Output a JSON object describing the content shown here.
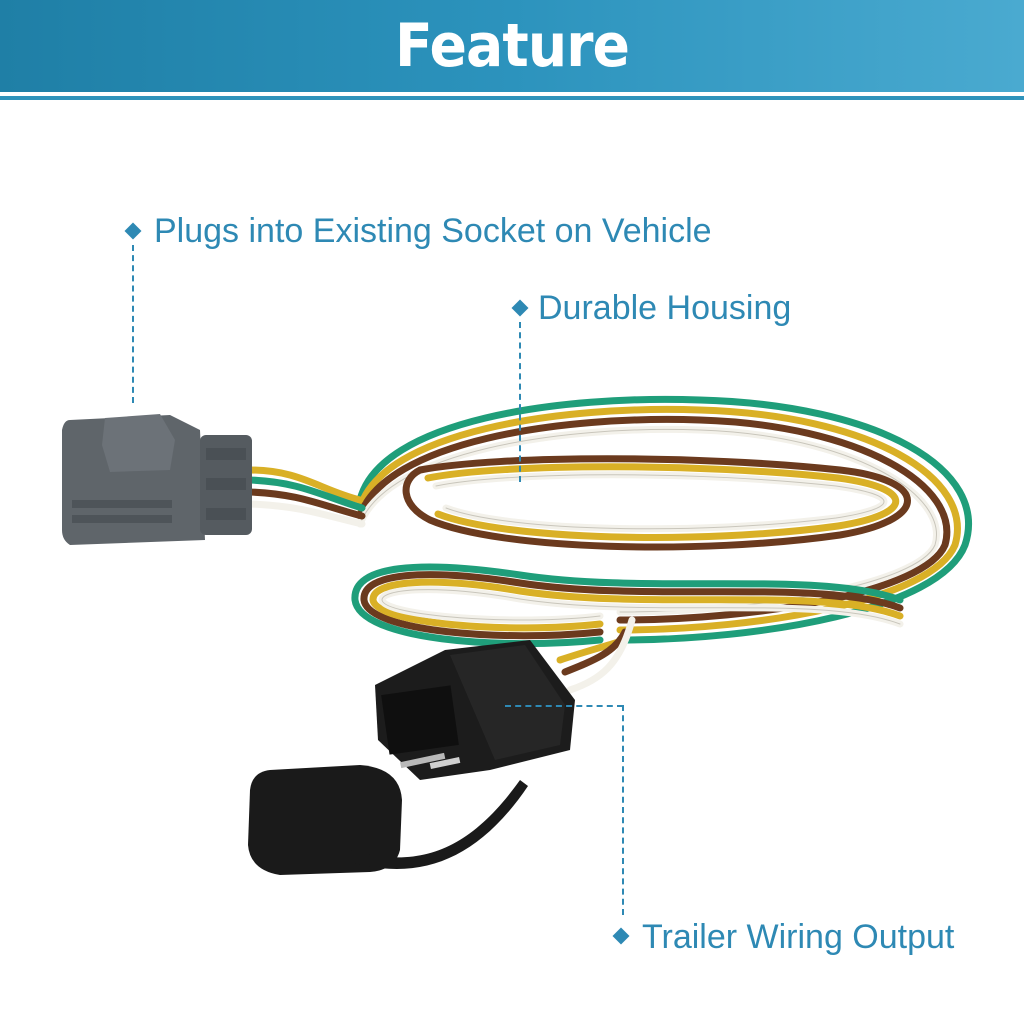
{
  "header": {
    "title": "Feature"
  },
  "callouts": {
    "plugs": "Plugs into Existing Socket on Vehicle",
    "housing": "Durable Housing",
    "output": "Trailer Wiring Output"
  },
  "colors": {
    "accent": "#2e89b4",
    "banner": "#2c93bd",
    "wire_green": "#1f9e7a",
    "wire_brown": "#6b3a1e",
    "wire_yellow": "#d9b026",
    "wire_white": "#f3f1ea",
    "connector_gray": "#5f656a",
    "connector_black": "#1c1c1c"
  }
}
